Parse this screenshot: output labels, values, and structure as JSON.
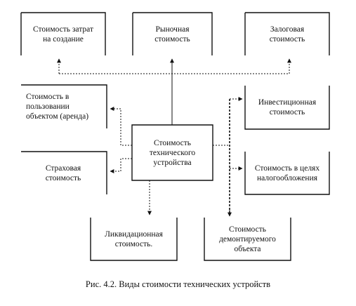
{
  "diagram": {
    "nodes": {
      "cost_of_creation": "Стоимость затрат\nна создание",
      "market_value": "Рыночная\nстоимость",
      "collateral_value": "Залоговая\nстоимость",
      "value_in_use": "Стоимость в\nпользовании\nобъектом (аренда)",
      "investment_value": "Инвестиционная\nстоимость",
      "center": "Стоимость\nтехнического\nустройства",
      "insurance_value": "Страховая\nстоимость",
      "tax_value": "Стоимость в целях\nналогообложения",
      "liquidation_value": "Ликвидационная\nстоимость.",
      "dismantled_value": "Стоимость\nдемонтируемого\nобъекта"
    },
    "caption": "Рис. 4.2. Виды стоимости технических устройств"
  },
  "colors": {
    "stroke": "#111111",
    "background": "#ffffff"
  }
}
